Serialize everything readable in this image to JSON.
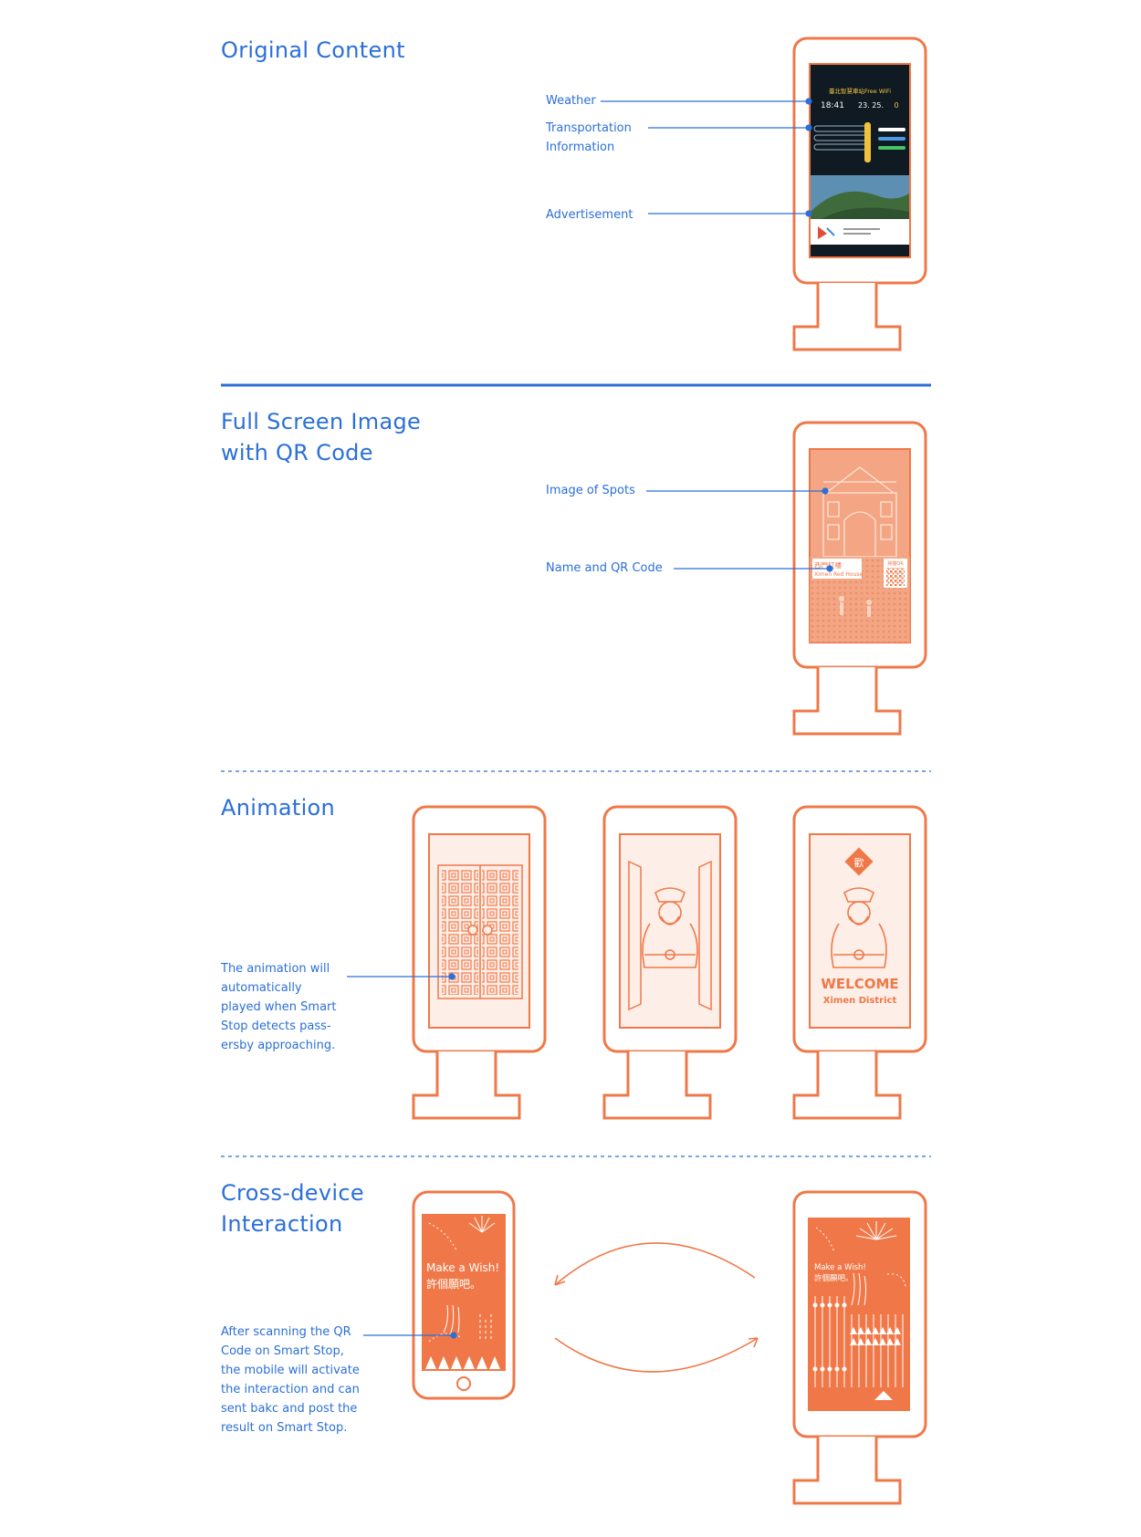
{
  "colors": {
    "accent_blue": "#2b6fd8",
    "accent_orange": "#f07848",
    "screen_tint": "#fdeee7",
    "dark_screen": "#0f1a22"
  },
  "sections": {
    "original": {
      "title": "Original Content",
      "labels": {
        "weather": "Weather",
        "transport": "Transportation\nInformation",
        "ad": "Advertisement"
      },
      "screen": {
        "header": "臺北智慧車站Free WiFi",
        "time": "18:41",
        "temp": "23. 25.",
        "rain": "0"
      }
    },
    "fullscreen": {
      "title": "Full Screen Image\nwith QR Code",
      "labels": {
        "image": "Image of Spots",
        "name_qr": "Name and QR Code"
      },
      "screen": {
        "spot_zh": "西門紅樓",
        "spot_en": "Ximen Red House",
        "qr_hint": "掃描QR"
      }
    },
    "animation": {
      "title": "Animation",
      "description": "The animation will\nautomatically\nplayed when Smart\nStop detects pass-\nersby approaching.",
      "screen": {
        "welcome": "WELCOME",
        "district": "Ximen District",
        "badge": "歡"
      }
    },
    "crossdevice": {
      "title": "Cross-device\nInteraction",
      "description": "After scanning the QR\nCode on Smart Stop,\nthe mobile will activate\nthe interaction and can\nsent bakc and post the\nresult on Smart Stop.",
      "phone": {
        "line1": "Make a Wish!",
        "line2": "許個願吧。"
      },
      "kiosk": {
        "line1": "Make a Wish!",
        "line2": "許個願吧。"
      }
    }
  }
}
